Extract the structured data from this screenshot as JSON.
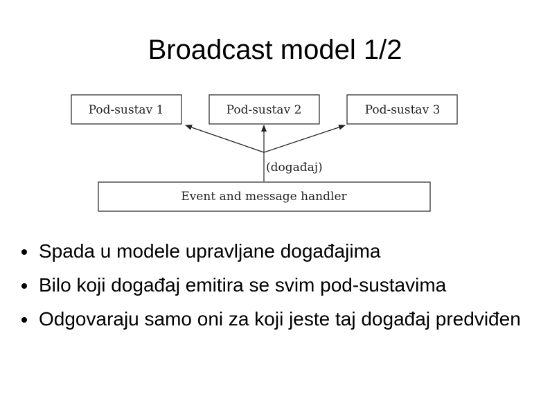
{
  "slide": {
    "title": "Broadcast model 1/2"
  },
  "diagram": {
    "subsystems": [
      {
        "label": "Pod-sustav 1"
      },
      {
        "label": "Pod-sustav 2"
      },
      {
        "label": "Pod-sustav 3"
      }
    ],
    "event_label": "(događaj)",
    "handler_label": "Event and message handler"
  },
  "bullets": [
    "Spada u modele upravljane događajima",
    "Bilo koji događaj emitira se svim pod-sustavima",
    "Odgovaraju samo oni za koji jeste taj događaj predviđen"
  ]
}
